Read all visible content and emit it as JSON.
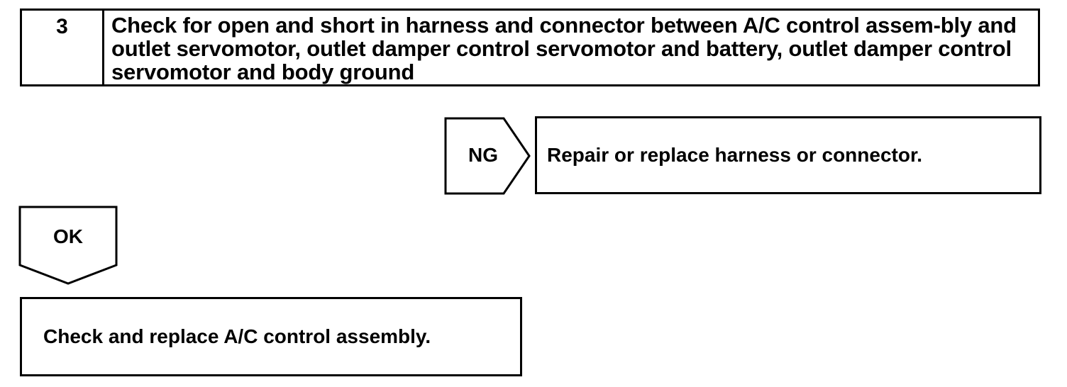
{
  "step": {
    "number": "3",
    "title": "Check for open and short in harness and connector between A/C control assem-bly and outlet servomotor, outlet damper control servomotor and battery, outlet damper control servomotor and body ground"
  },
  "ng_branch": {
    "label": "NG",
    "result": "Repair or replace harness or connector."
  },
  "ok_branch": {
    "label": "OK",
    "result": "Check and replace A/C control assembly."
  }
}
